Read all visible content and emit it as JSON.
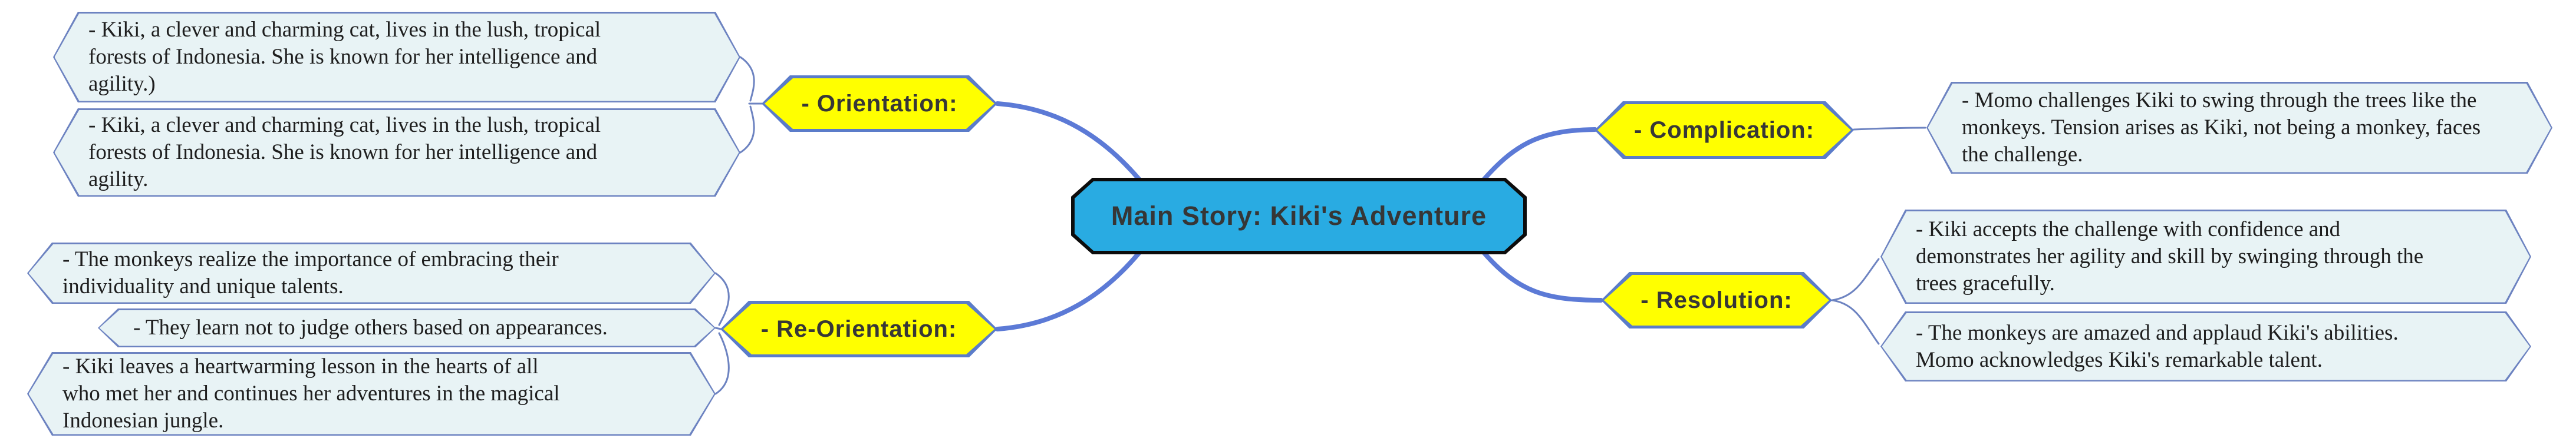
{
  "root_label": "Main Story: Kiki's Adventure",
  "branches": {
    "orientation": {
      "label": "- Orientation:",
      "children": [
        "- Kiki, a clever and charming cat, lives in the lush, tropical\nforests of Indonesia. She is known for her intelligence and\nagility.)",
        "- Kiki, a clever and charming cat, lives in the lush, tropical\nforests of Indonesia. She is known for her intelligence and\nagility."
      ]
    },
    "reorientation": {
      "label": "- Re-Orientation:",
      "children": [
        "- The monkeys realize the importance of embracing their\nindividuality and unique talents.",
        "- They learn not to judge others based on appearances.",
        "- Kiki leaves a heartwarming lesson in the hearts of all\nwho met her and continues her adventures in the magical\nIndonesian jungle."
      ]
    },
    "complication": {
      "label": "- Complication:",
      "children": [
        "- Momo challenges Kiki to swing through the trees like the\nmonkeys. Tension arises as Kiki, not being a monkey, faces\nthe challenge."
      ]
    },
    "resolution": {
      "label": "- Resolution:",
      "children": [
        "- Kiki accepts the challenge with confidence and\ndemonstrates her agility and skill by swinging through the\ntrees gracefully.",
        "- The monkeys are amazed and applaud Kiki's abilities.\nMomo acknowledges Kiki's remarkable talent."
      ]
    }
  },
  "colors": {
    "root_fill": "#29abe2",
    "root_border": "#0c0c0c",
    "branch_fill": "#ffff00",
    "branch_border": "#5b7cc9",
    "detail_fill": "#e8f3f5",
    "detail_border": "#6d83c1",
    "connector_thick": "#5c7ad6",
    "connector_thin": "#6d83c1",
    "node_text": "#373737",
    "detail_text": "#1e1e1e"
  }
}
